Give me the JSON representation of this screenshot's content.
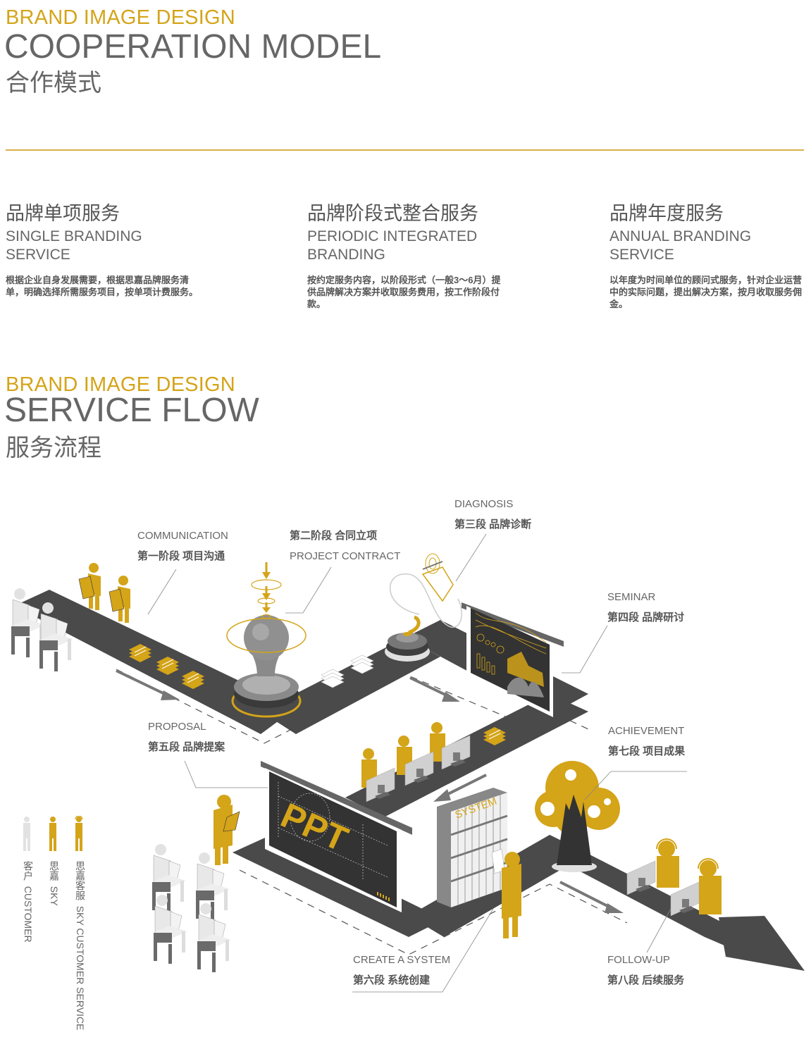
{
  "section1": {
    "kicker": "BRAND IMAGE DESIGN",
    "title_en": "COOPERATION MODEL",
    "title_cn": "合作模式"
  },
  "services": [
    {
      "title_cn": "品牌单项服务",
      "title_en_line1": "SINGLE BRANDING",
      "title_en_line2": "SERVICE",
      "description": "根据企业自身发展需要，根据思嘉品牌服务清单，明确选择所需服务项目，按单项计费服务。"
    },
    {
      "title_cn": "品牌阶段式整合服务",
      "title_en_line1": "PERIODIC INTEGRATED",
      "title_en_line2": "BRANDING",
      "description": "按约定服务内容，以阶段形式（一般3～6月）提供品牌解决方案并收取服务费用，按工作阶段付款。"
    },
    {
      "title_cn": "品牌年度服务",
      "title_en_line1": "ANNUAL BRANDING",
      "title_en_line2": "SERVICE",
      "description": "以年度为时间单位的顾问式服务，针对企业运营中的实际问题，提出解决方案，按月收取服务佣金。"
    }
  ],
  "section2": {
    "kicker": "BRAND IMAGE DESIGN",
    "title_en": "SERVICE FLOW",
    "title_cn": "服务流程"
  },
  "stages": [
    {
      "en": "COMMUNICATION",
      "cn": "第一阶段  项目沟通"
    },
    {
      "en": "PROJECT CONTRACT",
      "cn": "第二阶段  合同立项"
    },
    {
      "en": "DIAGNOSIS",
      "cn": "第三段  品牌诊断"
    },
    {
      "en": "SEMINAR",
      "cn": "第四段  品牌研讨"
    },
    {
      "en": "PROPOSAL",
      "cn": "第五段  品牌提案"
    },
    {
      "en": "CREATE A SYSTEM",
      "cn": "第六段  系统创建"
    },
    {
      "en": "ACHIEVEMENT",
      "cn": "第七段  项目成果"
    },
    {
      "en": "FOLLOW-UP",
      "cn": "第八段  后续服务"
    }
  ],
  "illustration": {
    "screen_text": "PPT",
    "cabinet_text": "SYSTEM"
  },
  "legend": [
    {
      "cn": "客户",
      "en": "CUSTOMER",
      "icon": "person-gray-icon",
      "color": "#e2e2e2"
    },
    {
      "cn": "思嘉",
      "en": "SKY",
      "icon": "person-gold-icon",
      "color": "#d4a419"
    },
    {
      "cn": "思嘉客服",
      "en": "SKY CUSTOMER SERVICE",
      "icon": "person-headset-gold-icon",
      "color": "#d4a419"
    }
  ],
  "colors": {
    "accent": "#d4a419",
    "road": "#4a4a4a",
    "text": "#666666",
    "customer": "#e2e2e2"
  }
}
